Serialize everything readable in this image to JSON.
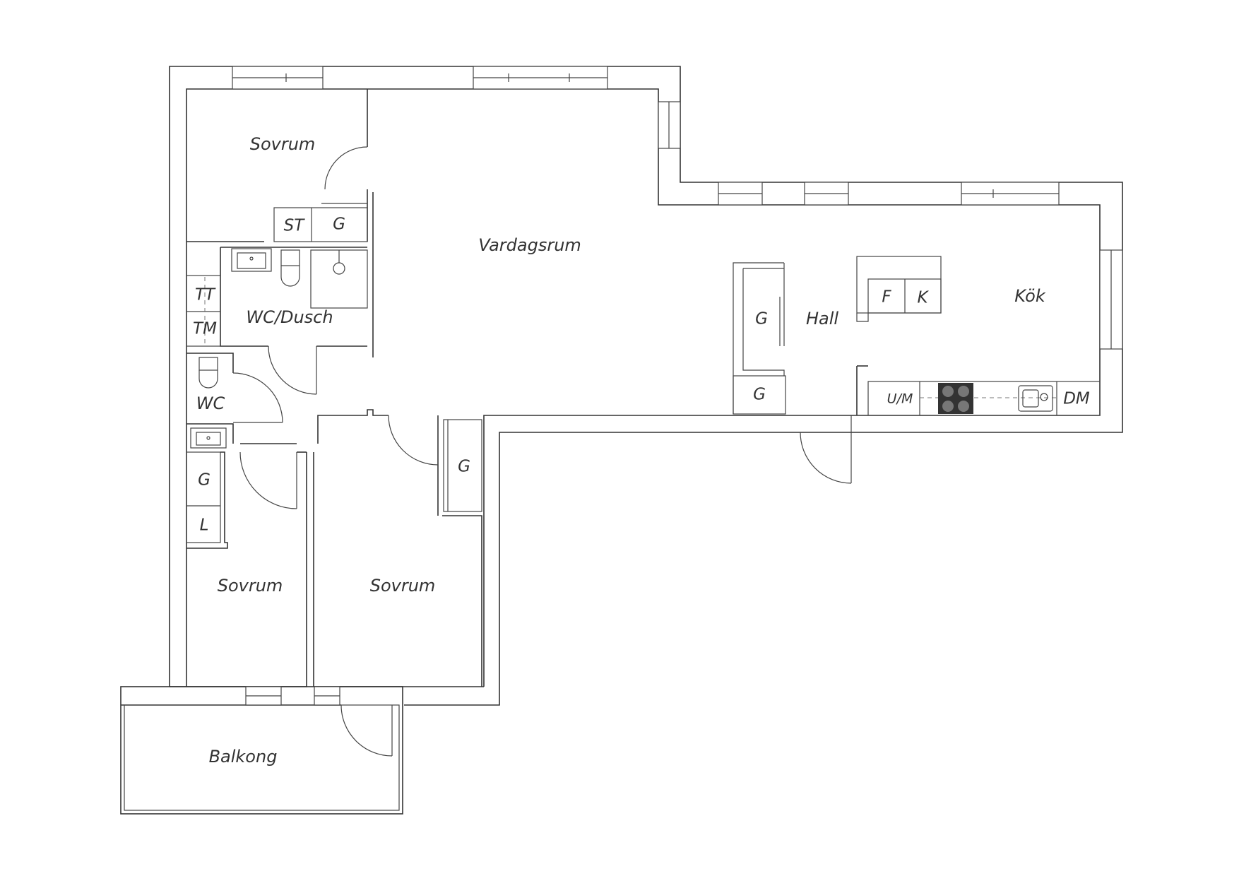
{
  "rooms": {
    "sovrum_top": "Sovrum",
    "vardagsrum": "Vardagsrum",
    "wc_dusch": "WC/Dusch",
    "wc": "WC",
    "hall": "Hall",
    "kok": "Kök",
    "sovrum_left": "Sovrum",
    "sovrum_mid": "Sovrum",
    "balkong": "Balkong"
  },
  "fixtures": {
    "st": "ST",
    "g_top": "G",
    "tt": "TT",
    "tm": "TM",
    "g_hall": "G",
    "g_hall_low": "G",
    "f": "F",
    "k": "K",
    "um": "U/M",
    "dm": "DM",
    "g_left": "G",
    "l": "L",
    "g_mid": "G"
  }
}
